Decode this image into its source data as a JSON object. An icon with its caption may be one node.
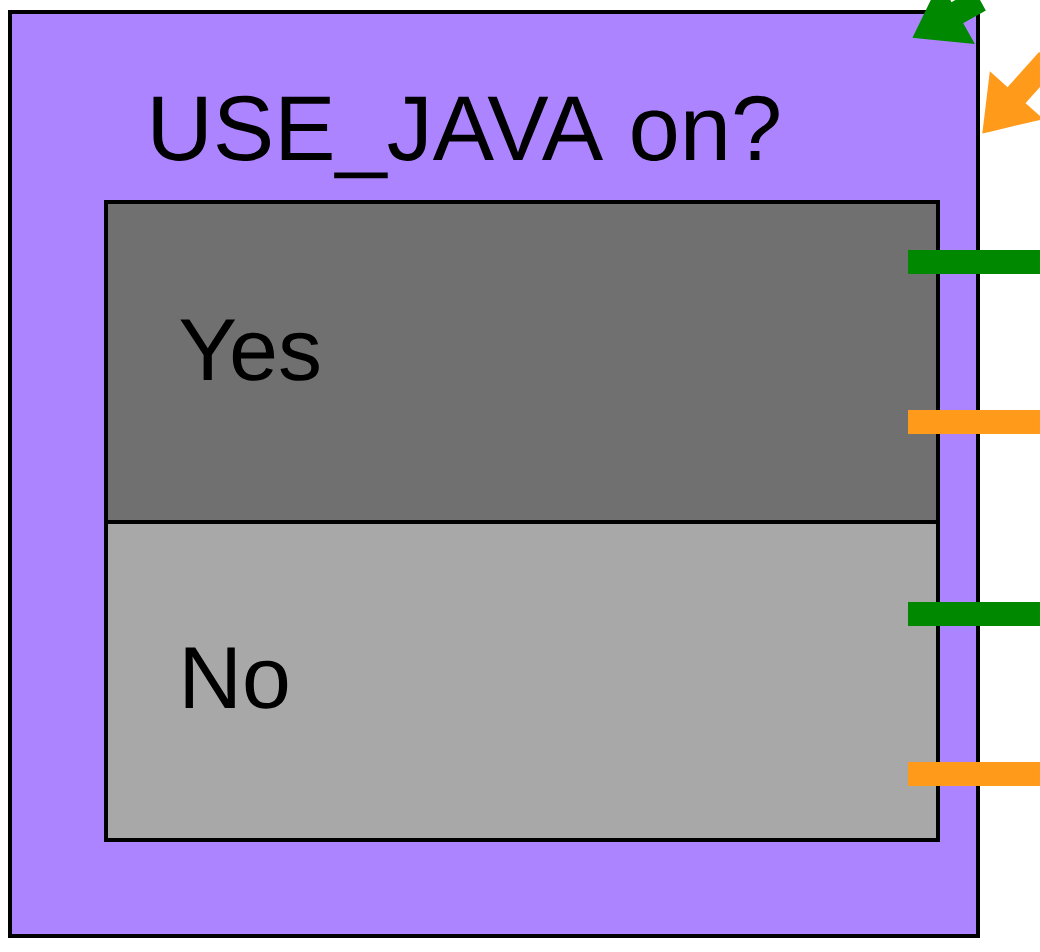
{
  "diagram": {
    "nodes": [
      {
        "text": [
          "USE_JAVA on?"
        ]
      },
      {
        "text": [
          "Yes"
        ],
        "in": 0
      },
      {
        "text": [
          "No"
        ],
        "in": 0
      }
    ],
    "edges": [
      {
        "from": null,
        "to": 0,
        "arrow": "to",
        "color": "#008800"
      },
      {
        "from": null,
        "to": 0,
        "arrow": "to",
        "color": "#ff9a1a"
      },
      {
        "from": 1,
        "to": null,
        "arrow": "none",
        "color": "#008800"
      },
      {
        "from": 1,
        "to": null,
        "arrow": "none",
        "color": "#ff9a1a"
      },
      {
        "from": 2,
        "to": null,
        "arrow": "none",
        "color": "#008800"
      },
      {
        "from": 2,
        "to": null,
        "arrow": "none",
        "color": "#ff9a1a"
      }
    ]
  }
}
